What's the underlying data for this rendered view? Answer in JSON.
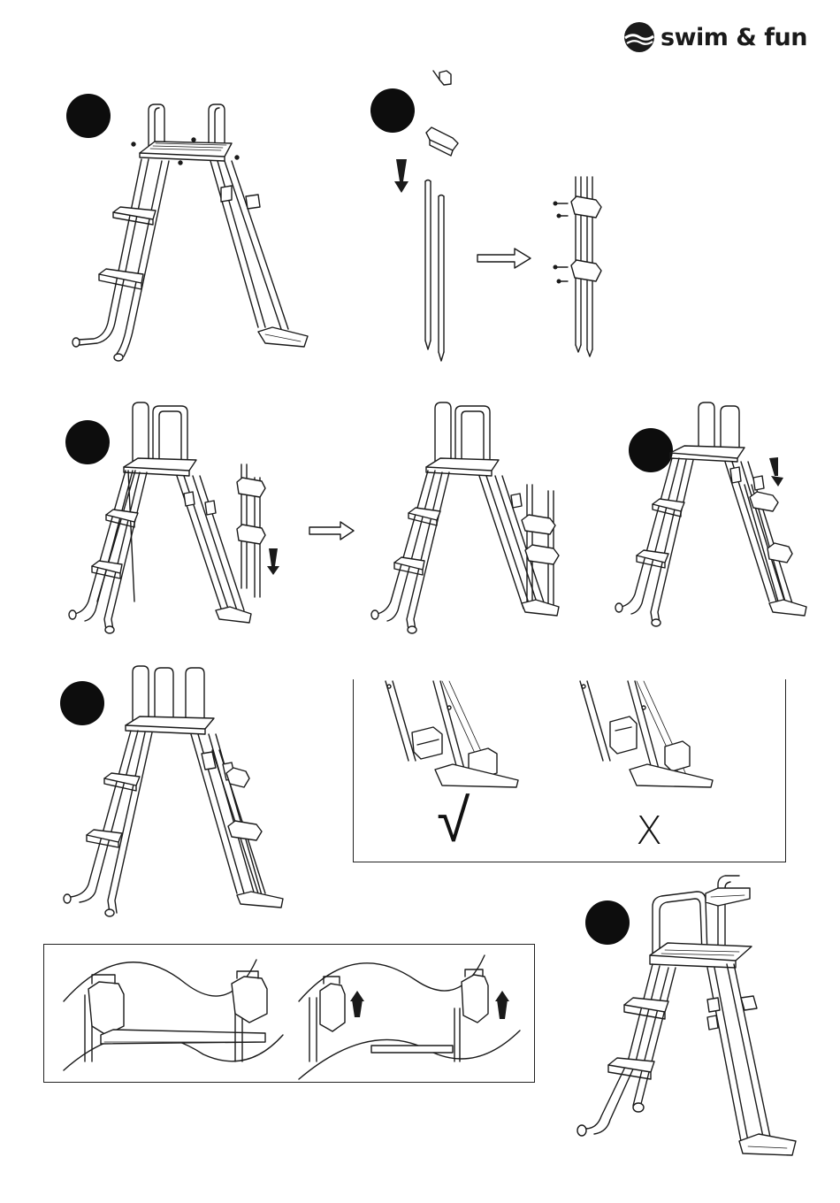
{
  "brand": {
    "name": "swim & fun",
    "logo_icon": "swim-wave-globe-icon",
    "color": "#1a1a1a"
  },
  "steps": {
    "count": 6,
    "badge_color": "#0d0d0d"
  },
  "check_panel": {
    "correct_mark": "√",
    "wrong_mark": "X"
  }
}
